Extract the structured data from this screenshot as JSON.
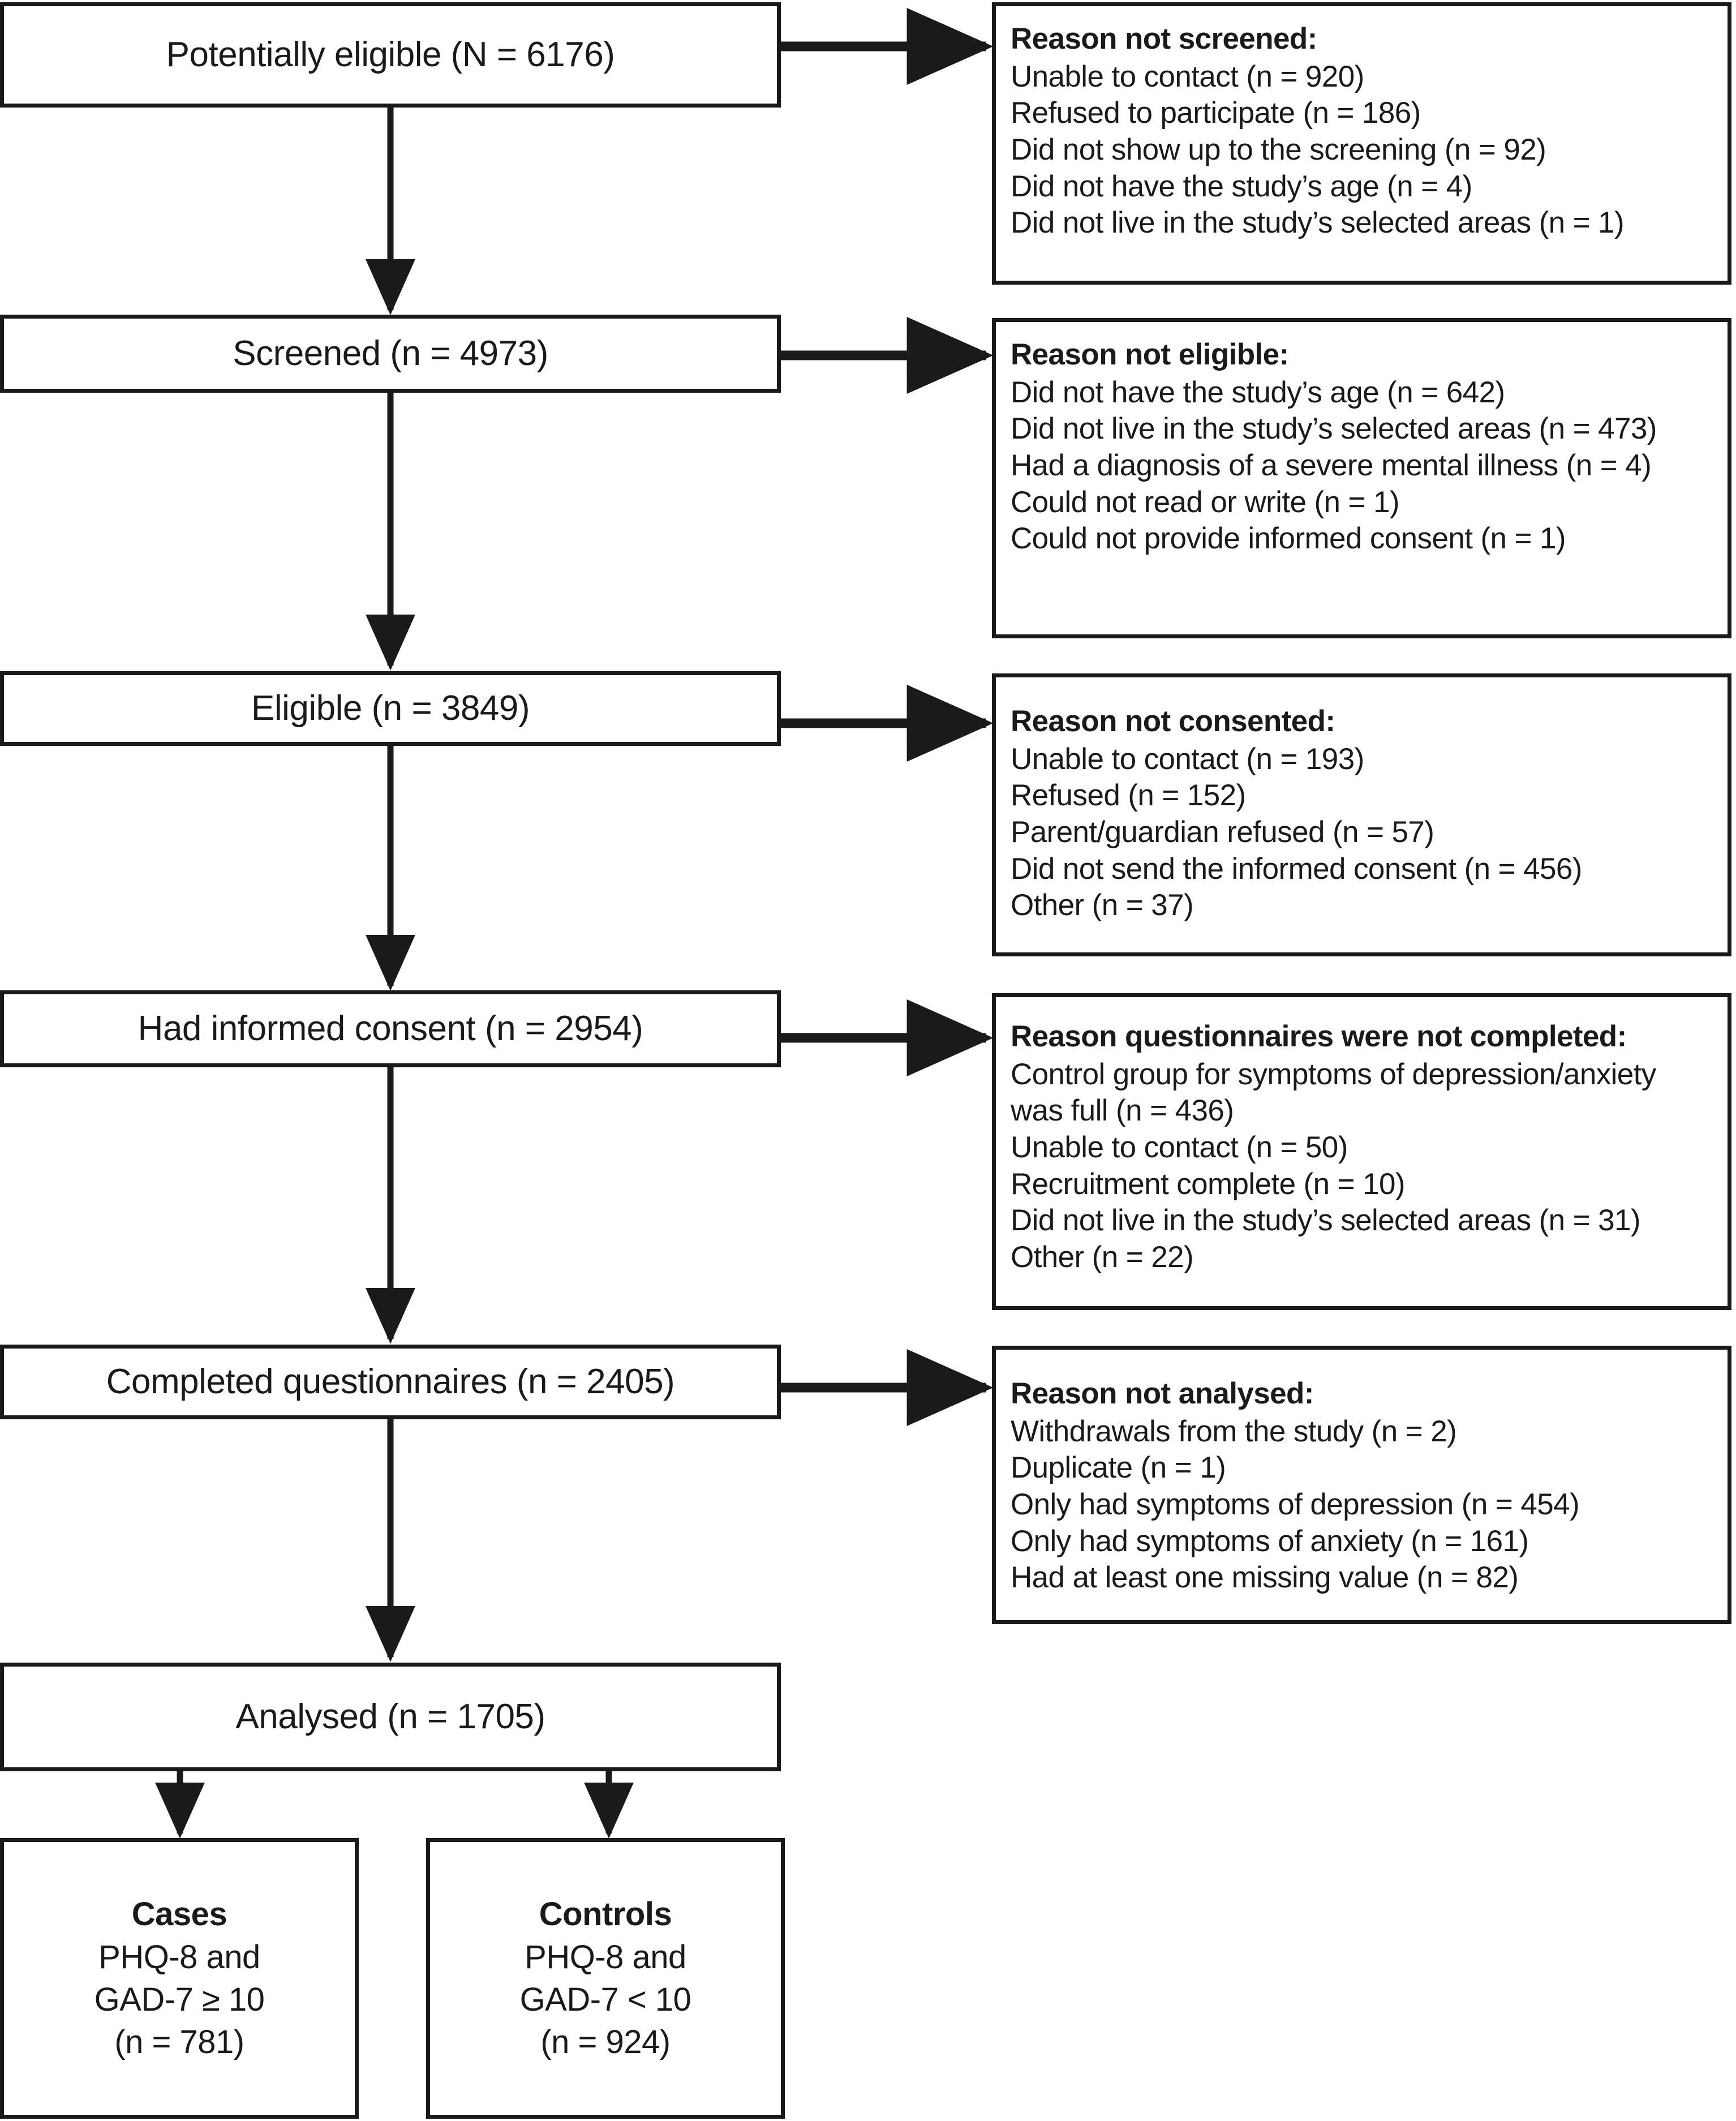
{
  "diagram": {
    "type": "study-participant-flow-chart",
    "stages": [
      {
        "id": "potentially-eligible",
        "label": "Potentially eligible (N = 6176)"
      },
      {
        "id": "screened",
        "label": "Screened (n = 4973)"
      },
      {
        "id": "eligible",
        "label": "Eligible (n = 3849)"
      },
      {
        "id": "informed-consent",
        "label": "Had informed consent (n = 2954)"
      },
      {
        "id": "completed",
        "label": "Completed questionnaires (n = 2405)"
      },
      {
        "id": "analysed",
        "label": "Analysed (n = 1705)"
      }
    ],
    "exclusions": [
      {
        "id": "not-screened",
        "title": "Reason not screened:",
        "items": [
          "Unable to contact (n = 920)",
          "Refused to participate (n = 186)",
          "Did not show up to the screening (n = 92)",
          "Did not have the study’s age (n = 4)",
          "Did not live in the study’s selected areas (n = 1)"
        ]
      },
      {
        "id": "not-eligible",
        "title": "Reason not eligible:",
        "items": [
          "Did not have the study’s age (n = 642)",
          "Did not live in the study’s selected areas (n = 473)",
          "Had a diagnosis of a severe mental illness (n = 4)",
          "Could not read or write (n = 1)",
          "Could not provide informed consent (n = 1)"
        ]
      },
      {
        "id": "not-consented",
        "title": "Reason not consented:",
        "items": [
          "Unable to contact (n = 193)",
          "Refused (n = 152)",
          "Parent/guardian refused (n = 57)",
          "Did not send the informed consent (n = 456)",
          "Other (n = 37)"
        ]
      },
      {
        "id": "questionnaires-not-completed",
        "title": "Reason questionnaires were not completed:",
        "items": [
          "Control group for symptoms of depression/anxiety was full (n = 436)",
          "Unable to contact (n = 50)",
          "Recruitment complete (n = 10)",
          "Did not live in the study’s selected areas (n = 31)",
          "Other (n = 22)"
        ]
      },
      {
        "id": "not-analysed",
        "title": "Reason not analysed:",
        "items": [
          "Withdrawals from the study (n = 2)",
          "Duplicate (n = 1)",
          "Only had symptoms of depression (n = 454)",
          "Only had symptoms of anxiety (n = 161)",
          "Had at least one missing value (n = 82)"
        ]
      }
    ],
    "terminals": [
      {
        "id": "cases",
        "heading": "Cases",
        "line2": "PHQ-8 and",
        "line3": "GAD-7 ≥ 10",
        "line4": "(n = 781)"
      },
      {
        "id": "controls",
        "heading": "Controls",
        "line2": "PHQ-8 and",
        "line3": "GAD-7 < 10",
        "line4": "(n = 924)"
      }
    ],
    "colors": {
      "ink": "#1a1a1a",
      "paper": "#ffffff"
    }
  }
}
